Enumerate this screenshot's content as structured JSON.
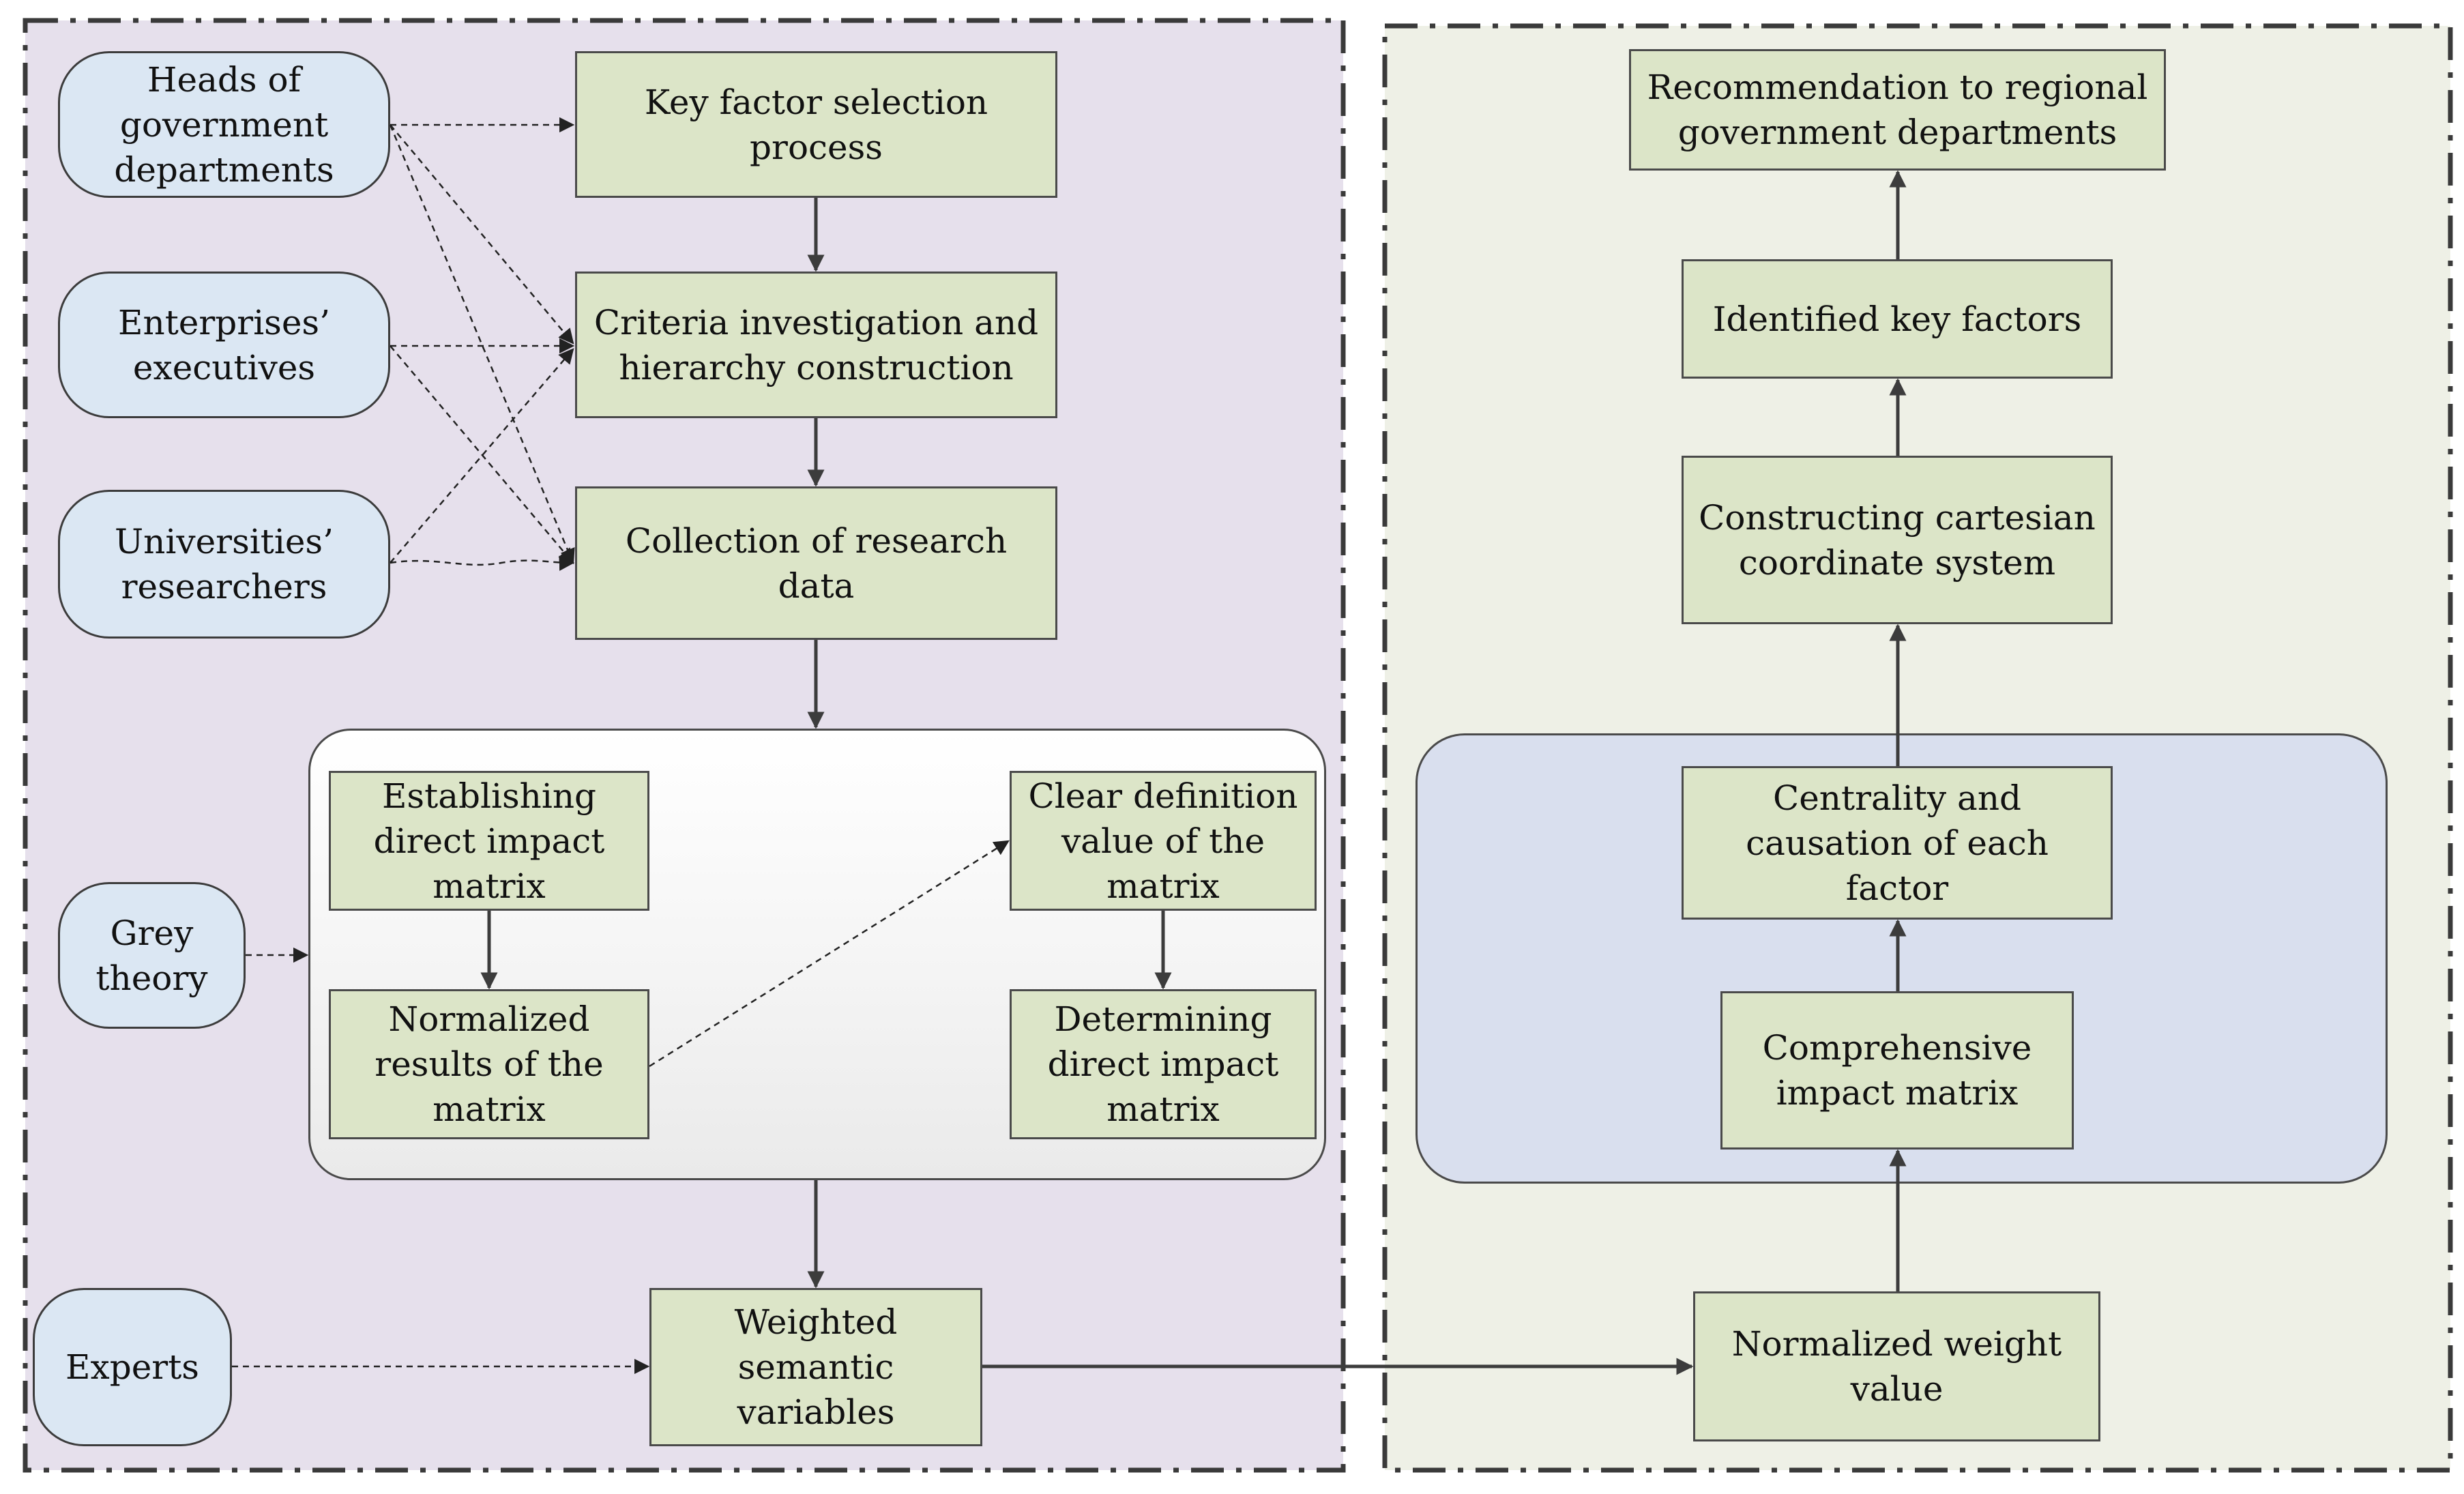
{
  "actors": {
    "heads": "Heads of government departments",
    "enterprises": "Enterprises’ executives",
    "universities": "Universities’ researchers",
    "grey_theory": "Grey theory",
    "experts": "Experts"
  },
  "left_flow": {
    "key_factor": "Key factor selection process",
    "criteria": "Criteria investigation and hierarchy construction",
    "collection": "Collection of research data",
    "establishing": "Establishing direct impact matrix",
    "normalized_results": "Normalized results of the matrix",
    "clear_definition": "Clear definition value of the matrix",
    "determining": "Determining direct impact matrix",
    "weighted": "Weighted semantic variables"
  },
  "right_flow": {
    "normalized_weight": "Normalized weight value",
    "comprehensive": "Comprehensive impact matrix",
    "centrality": "Centrality and causation of each factor",
    "cartesian": "Constructing cartesian coordinate system",
    "identified": "Identified key factors",
    "recommendation": "Recommendation to regional government departments"
  },
  "colors": {
    "left_panel": "#e6e0ec",
    "right_panel": "#eef0e6",
    "process_box": "#dce5c8",
    "actor_box": "#dbe7f3",
    "dematel_group": "#d9dfee",
    "border": "#4a4a4a"
  }
}
